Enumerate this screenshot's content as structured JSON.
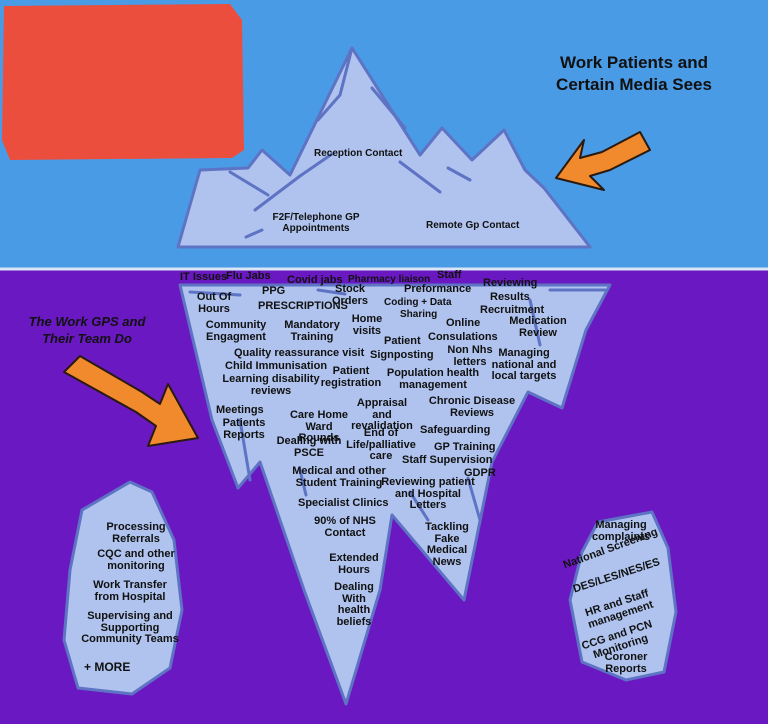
{
  "colors": {
    "sky": "#4A9BE6",
    "water": "#6A18C2",
    "ice": "#AFC3EE",
    "ice_edge": "#5E73C4",
    "redaction": "#EC4E3E",
    "arrow": "#F08A2C"
  },
  "headings": {
    "top": "Work Patients and Certain Media Sees",
    "bottom": "The Work GPS and Their Team Do"
  },
  "above_water": [
    "Reception Contact",
    "F2F/Telephone GP Appointments",
    "Remote Gp Contact"
  ],
  "below_water": [
    "IT Issues",
    "Flu Jabs",
    "PPG",
    "Covid jabs",
    "Pharmacy liaison",
    "Staff",
    "Stock Orders",
    "Preformance",
    "Reviewing",
    "Results",
    "Coding + Data",
    "Out Of Hours",
    "PRESCRIPTIONS",
    "Recruitment",
    "Sharing",
    "Community Engagment",
    "Mandatory Training",
    "Home visits",
    "Online",
    "Medication Review",
    "Consulations",
    "Patient",
    "Non Nhs letters",
    "Quality reassurance visit",
    "Signposting",
    "Managing national and local targets",
    "Child Immunisation",
    "Patient registration",
    "Population health management",
    "Learning disability reviews",
    "Chronic Disease Reviews",
    "Appraisal and revalidation",
    "Meetings",
    "Patients Reports",
    "Care Home Ward Rounds",
    "Safeguarding",
    "End of Life/palliative care",
    "Dealing with PSCE",
    "GP Training",
    "Staff Supervision",
    "Medical and other Student Training",
    "GDPR",
    "Reviewing patient and Hospital Letters",
    "Specialist Clinics",
    "90% of NHS Contact",
    "Tackling Fake Medical News",
    "Extended Hours",
    "Dealing With health beliefs"
  ],
  "left_floe": [
    "Processing Referrals",
    "CQC and other monitoring",
    "Work Transfer from Hospital",
    "Supervising and Supporting Community Teams",
    "+ MORE"
  ],
  "right_floe": [
    "Managing complaints",
    "National Screening",
    "DES/LES/NES/ES",
    "HR and Staff management",
    "CCG and PCN Monitoring",
    "Coroner Reports"
  ]
}
